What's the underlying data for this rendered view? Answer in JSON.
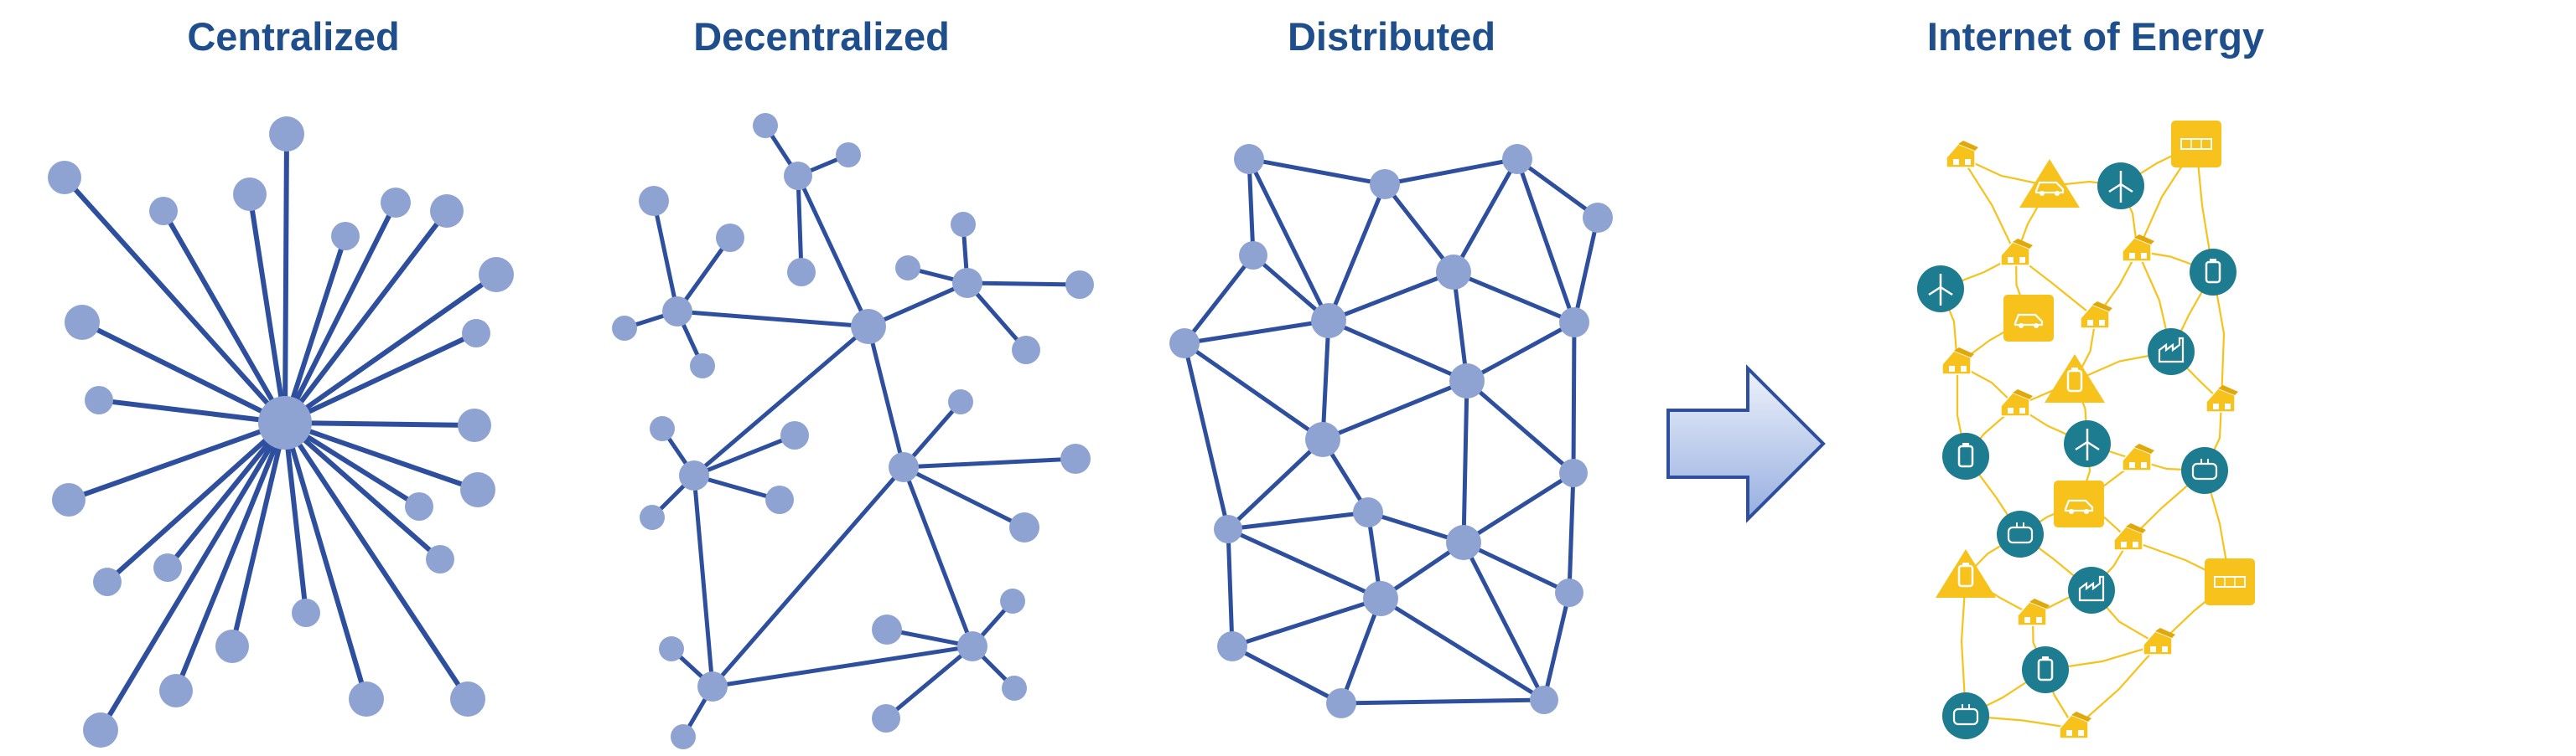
{
  "titles": {
    "centralized": "Centralized",
    "decentralized": "Decentralized",
    "distributed": "Distributed",
    "internet_of_energy": "Internet of Energy"
  },
  "colors": {
    "title": "#1f4e8c",
    "edge": "#2e4f9e",
    "node": "#8fa3d3",
    "arrow_fill_light": "#eef2fb",
    "arrow_fill_dark": "#96aee0",
    "arrow_stroke": "#2e4f9e",
    "ioe_yellow": "#f6c21b",
    "ioe_teal": "#1e7c90",
    "ioe_line": "#f6c21b"
  },
  "icons": {
    "transition_arrow": "right-arrow-icon",
    "house": "house-icon",
    "wind_turbine": "wind-turbine-icon",
    "battery": "battery-icon",
    "factory": "factory-icon",
    "electric_vehicle": "electric-vehicle-icon",
    "solar_panel": "solar-panel-icon",
    "heater": "heater-icon"
  }
}
